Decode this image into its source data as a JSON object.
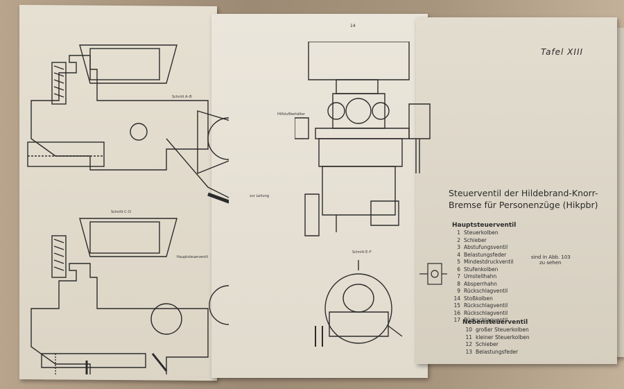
{
  "page_number": "14",
  "plate_label": "Tafel XIII",
  "title_line1": "Steuerventil der Hildebrand-Knorr-",
  "title_line2": "Bremse für Personenzüge (Hikpbr)",
  "main_valve": {
    "heading": "Hauptsteuerventil",
    "items": [
      {
        "num": "1",
        "label": "Steuerkolben"
      },
      {
        "num": "2",
        "label": "Schieber"
      },
      {
        "num": "3",
        "label": "Abstufungsventil"
      },
      {
        "num": "4",
        "label": "Belastungsfeder"
      },
      {
        "num": "5",
        "label": "Mindestdruckventil"
      },
      {
        "num": "6",
        "label": "Stufenkolben"
      },
      {
        "num": "7",
        "label": "Umstellhahn"
      },
      {
        "num": "8",
        "label": "Absperrhahn"
      },
      {
        "num": "9",
        "label": "Rückschlagventil"
      },
      {
        "num": "14",
        "label": "Stoßkolben"
      },
      {
        "num": "15",
        "label": "Rückschlagventil"
      },
      {
        "num": "16",
        "label": "Rückschlagventil"
      },
      {
        "num": "17",
        "label": "Rückschlagventil"
      }
    ],
    "brace_note_1": "sind in Abb. 103",
    "brace_note_2": "zu sehen"
  },
  "aux_valve": {
    "heading": "Nebensteuerventil",
    "items": [
      {
        "num": "10",
        "label": "großer Steuerkolben"
      },
      {
        "num": "11",
        "label": "kleiner Steuerkolben"
      },
      {
        "num": "12",
        "label": "Schieber"
      },
      {
        "num": "13",
        "label": "Belastungsfeder"
      }
    ]
  },
  "drawing_labels": {
    "section_ab": "Schnitt A–B",
    "section_cd": "Schnitt C–D",
    "section_ef": "Schnitt E–F",
    "hilfs": "Hilfsluftbehälter",
    "haupt": "Hauptsteuerventil",
    "zur_leitung": "zur Leitung"
  },
  "colors": {
    "paper": "#e6e0d2",
    "ink": "#2b2b2b",
    "floor": "#a8957d"
  }
}
